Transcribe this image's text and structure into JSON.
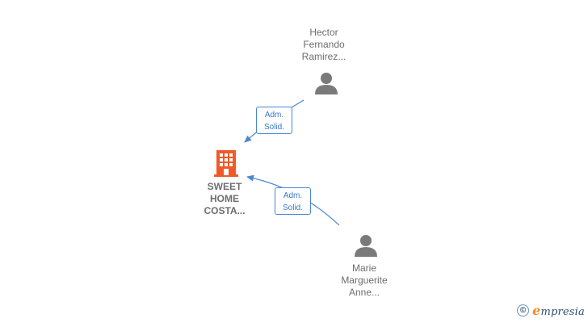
{
  "company": {
    "lines": [
      "SWEET",
      "HOME",
      "COSTA..."
    ],
    "icon": "building-icon",
    "color": "#f05a28"
  },
  "people": [
    {
      "lines": [
        "Hector",
        "Fernando",
        "Ramirez..."
      ],
      "icon": "person-icon"
    },
    {
      "lines": [
        "Marie",
        "Marguerite",
        "Anne..."
      ],
      "icon": "person-icon"
    }
  ],
  "relations": [
    {
      "lines": [
        "Adm.",
        "Solid."
      ]
    },
    {
      "lines": [
        "Adm.",
        "Solid."
      ]
    }
  ],
  "colors": {
    "edge": "#4a86d4",
    "person": "#7a7a7a",
    "company": "#f05a28"
  },
  "brand": {
    "copyright_symbol": "©",
    "name_first": "e",
    "name_rest": "mpresia"
  }
}
